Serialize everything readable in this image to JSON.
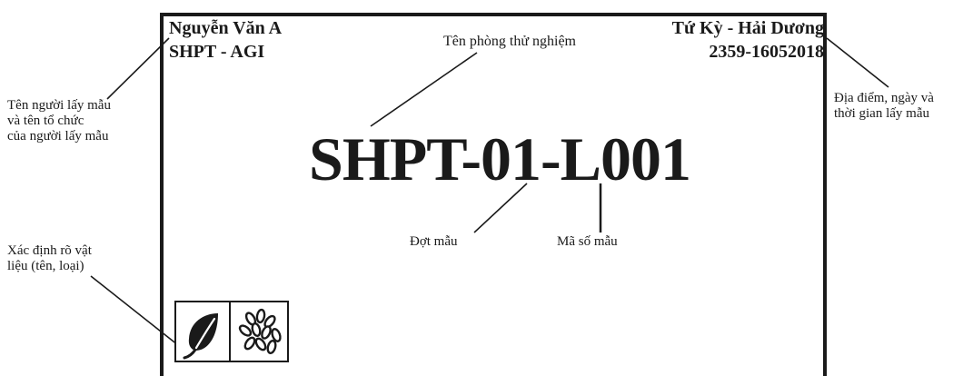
{
  "collector": {
    "name": "Nguyễn Văn A",
    "organization": "SHPT - AGI"
  },
  "location": {
    "place": "Tứ Kỳ - Hải Dương",
    "date_code": "2359-16052018"
  },
  "lab_name_label": "Tên phòng thử nghiệm",
  "sample_code": "SHPT-01-L001",
  "annotations": {
    "collector_note_line1": "Tên người lấy mẫu",
    "collector_note_line2": "và tên tổ chức",
    "collector_note_line3": "của người lấy mẫu",
    "material_note_line1": "Xác định rõ vật",
    "material_note_line2": "liệu (tên, loại)",
    "location_note_line1": "Địa điểm, ngày và",
    "location_note_line2": "thời gian lấy mẫu",
    "batch_label": "Đợt mẫu",
    "code_label": "Mã số mẫu"
  },
  "icons": {
    "material_icon_1": "leaf-icon",
    "material_icon_2": "seeds-icon"
  }
}
